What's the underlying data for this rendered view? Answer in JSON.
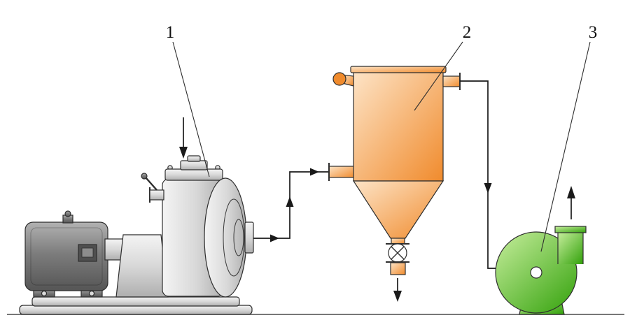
{
  "diagram": {
    "labels": {
      "item1": "1",
      "item2": "2",
      "item3": "3"
    },
    "colors": {
      "pipe": "#1a1a1a",
      "motor_light": "#b2b2b2",
      "motor_mid": "#7d7d7d",
      "motor_dark": "#555555",
      "steel_light": "#f4f4f4",
      "steel_mid": "#d8d8d8",
      "steel_dark": "#afafaf",
      "cyclone_light": "#fde4c7",
      "cyclone_dark": "#f08b2d",
      "fan_light": "#c7ee9d",
      "fan_dark": "#3aa512",
      "valve_white": "#ffffff"
    }
  }
}
